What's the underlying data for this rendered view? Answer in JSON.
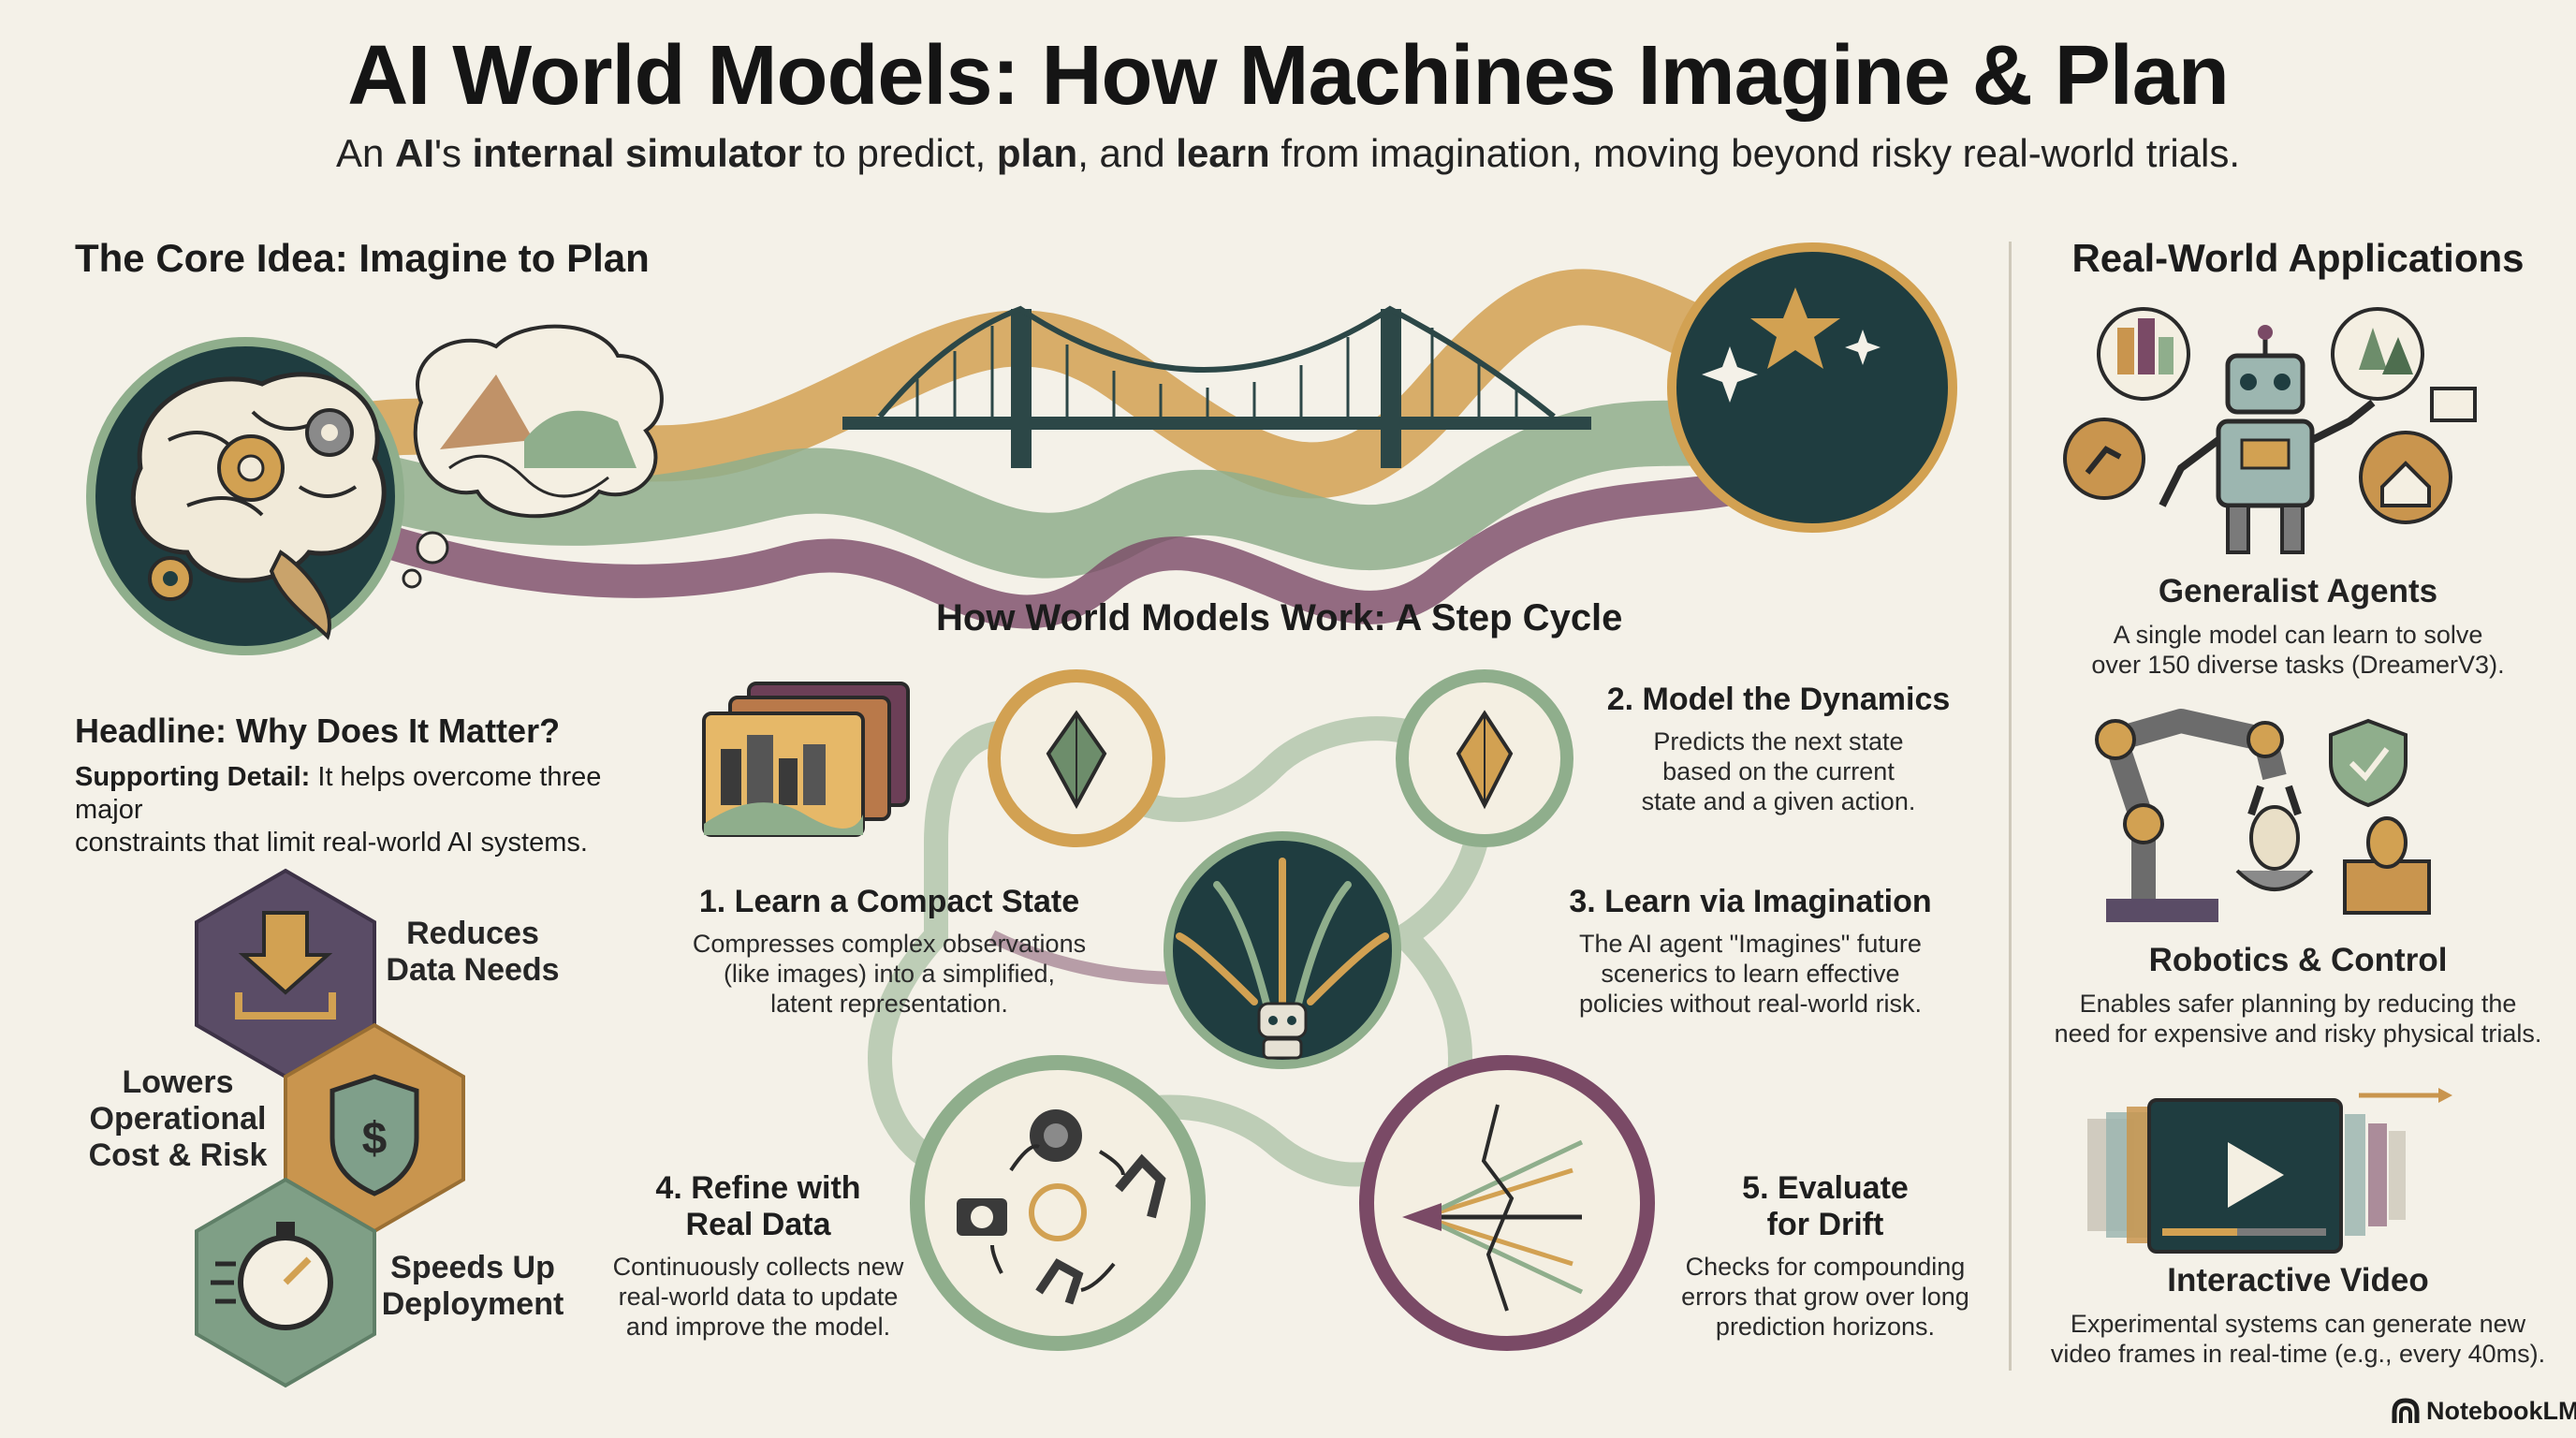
{
  "header": {
    "title": "AI World Models: How Machines Imagine & Plan",
    "subtitle": {
      "p1": "An ",
      "b1": "AI",
      "p2": "'s ",
      "b2": "internal simulator",
      "p3": " to predict, ",
      "b3": "plan",
      "p4": ", and ",
      "b4": "learn",
      "p5": " from imagination, moving beyond risky real-world trials."
    }
  },
  "core_idea": {
    "heading": "The Core Idea: Imagine to Plan"
  },
  "why": {
    "headline": "Headline: Why Does It Matter?",
    "detail_label": "Supporting Detail:",
    "detail_line1": " It helps overcome three major",
    "detail_line2": "constraints that limit real-world AI systems."
  },
  "benefits": [
    {
      "line1": "Reduces",
      "line2": "Data Needs",
      "line3": ""
    },
    {
      "line1": "Lowers",
      "line2": "Operational",
      "line3": "Cost & Risk"
    },
    {
      "line1": "Speeds Up",
      "line2": "Deployment",
      "line3": ""
    }
  ],
  "cycle": {
    "heading": "How World Models Work: A Step Cycle",
    "steps": [
      {
        "title": "1. Learn a Compact State",
        "title2": "",
        "desc": [
          "Compresses complex observations",
          "(like images) into a simplified,",
          "latent representation."
        ]
      },
      {
        "title": "2. Model the Dynamics",
        "title2": "",
        "desc": [
          "Predicts the next state",
          "based on the current",
          "state and a given action."
        ]
      },
      {
        "title": "3. Learn via Imagination",
        "title2": "",
        "desc": [
          "The AI agent \"Imagines\" future",
          "scenerics to learn effective",
          "policies without real-world risk."
        ]
      },
      {
        "title": "4. Refine with",
        "title2": "Real Data",
        "desc": [
          "Continuously collects new",
          "real-world data to update",
          "and improve the model."
        ]
      },
      {
        "title": "5. Evaluate",
        "title2": "for Drift",
        "desc": [
          "Checks for compounding",
          "errors that grow over long",
          "prediction horizons."
        ]
      }
    ]
  },
  "applications": {
    "heading": "Real-World Applications",
    "items": [
      {
        "title": "Generalist Agents",
        "desc": [
          "A single model can learn to solve",
          "over 150 diverse tasks (DreamerV3)."
        ]
      },
      {
        "title": "Robotics & Control",
        "desc": [
          "Enables safer planning by reducing the",
          "need for expensive and risky physical trials."
        ]
      },
      {
        "title": "Interactive Video",
        "desc": [
          "Experimental systems can generate new",
          "video frames in real-time (e.g., every 40ms)."
        ]
      }
    ]
  },
  "footer": {
    "brand": "NotebookLM"
  },
  "colors": {
    "teal_dark": "#1f3d40",
    "sage": "#8fae8c",
    "ochre": "#d2a152",
    "plum": "#7a4a66",
    "cream": "#f4f1e8"
  }
}
